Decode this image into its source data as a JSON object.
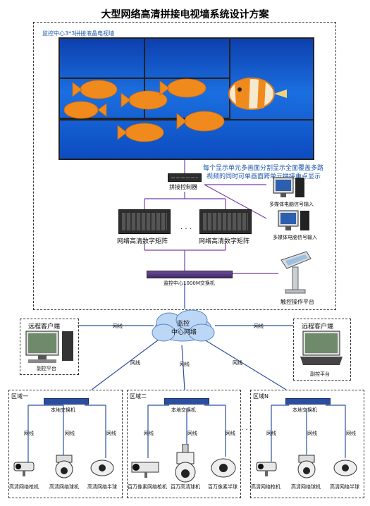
{
  "title": "大型网络高清拼接电视墙系统设计方案",
  "top_box": {
    "label": "监控中心3*3拼接液晶电视墙",
    "description_line1": "每个显示单元多画面分割显示全面覆盖多路",
    "description_line2": "视频的同时可单画面跨单元拼接重点显示",
    "controller_label": "拼接控制器",
    "pc_label_1": "多媒体电脑信号输入",
    "pc_label_2": "多媒体电脑信号输入",
    "matrix_label_1": "网络高清数字矩阵",
    "matrix_label_2": "网络高清数字矩阵",
    "ellipsis": "· · ·",
    "switch_label": "监控中心1000M交换机",
    "touch_label": "触控操作平台"
  },
  "cloud": {
    "line1": "监控",
    "line2": "中心网络"
  },
  "link_label": "网线",
  "remote_left": {
    "title": "远程客户端",
    "sub": "副控平台"
  },
  "remote_right": {
    "title": "远程客户端",
    "sub": "副控平台"
  },
  "areas": [
    {
      "name": "区域一",
      "switch": "本地交换机",
      "devices": [
        "高清网络枪机",
        "高清网络球机",
        "高清网络半球"
      ]
    },
    {
      "name": "区域二",
      "switch": "本地交换机",
      "devices": [
        "百万像素网络枪机",
        "百万高清球机",
        "百万像素半球"
      ]
    },
    {
      "name": "区域N",
      "switch": "本地交换机",
      "devices": [
        "高清网络枪机",
        "高清网络球机",
        "高清网络半球"
      ]
    }
  ],
  "area_ellipsis": "· · ·",
  "colors": {
    "line_blue": "#2b4fa0",
    "line_purple": "#7a3fa8",
    "screen_blue": "#1b6fe0",
    "fish_orange": "#f08a1c"
  }
}
